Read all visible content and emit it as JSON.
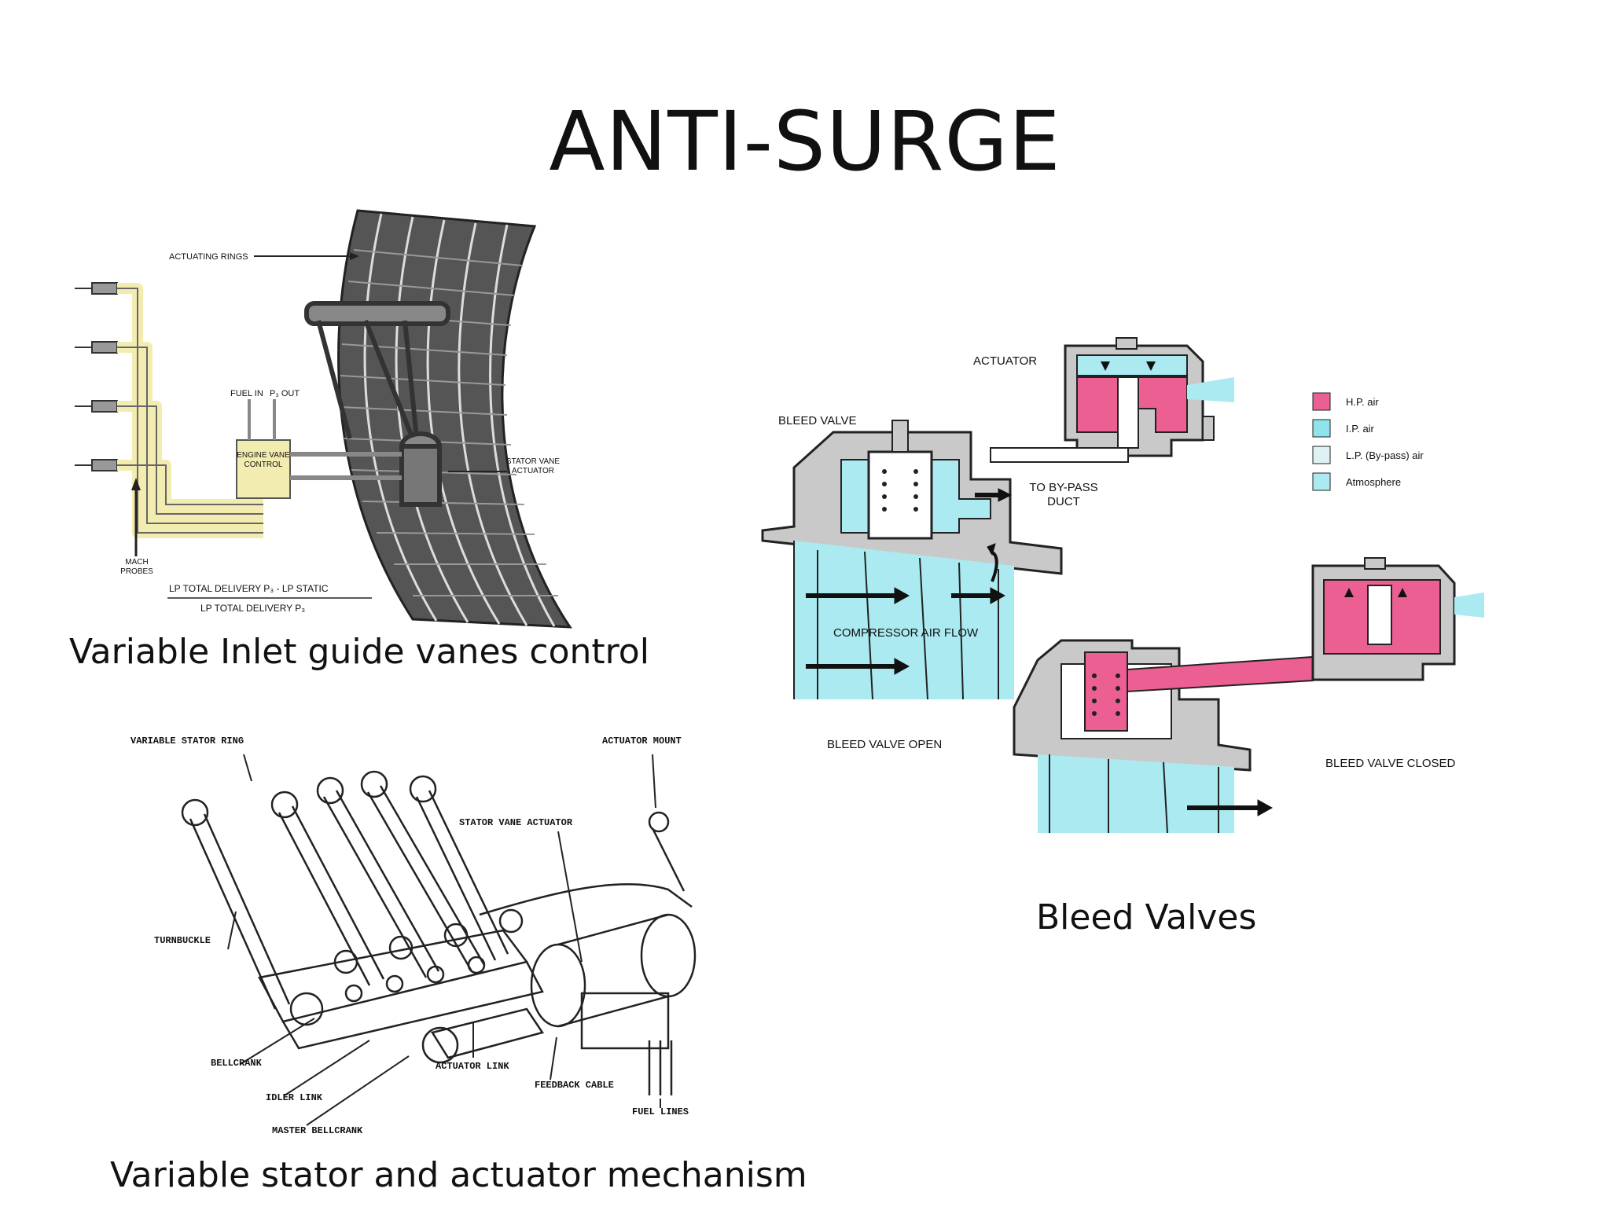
{
  "slide": {
    "title": "ANTI-SURGE"
  },
  "igv_figure": {
    "caption": "Variable Inlet guide vanes control",
    "labels": {
      "actuating_rings": "ACTUATING RINGS",
      "fuel_in": "FUEL IN",
      "p3_out": "P₃ OUT",
      "engine_vane_control": "ENGINE VANE CONTROL",
      "stator_vane_actuator": "STATOR VANE ACTUATOR",
      "mach_probes": "MACH PROBES",
      "formula_numerator": "LP TOTAL DELIVERY P₃ - LP STATIC",
      "formula_denominator": "LP TOTAL DELIVERY P₃"
    }
  },
  "stator_figure": {
    "caption": "Variable stator and actuator mechanism",
    "labels": {
      "variable_stator_ring": "VARIABLE STATOR RING",
      "actuator_mount": "ACTUATOR MOUNT",
      "stator_vane_actuator": "STATOR VANE ACTUATOR",
      "turnbuckle": "TURNBUCKLE",
      "bellcrank": "BELLCRANK",
      "idler_link": "IDLER LINK",
      "master_bellcrank": "MASTER BELLCRANK",
      "actuator_link": "ACTUATOR LINK",
      "feedback_cable": "FEEDBACK CABLE",
      "fuel_lines": "FUEL LINES"
    }
  },
  "bleed_figure": {
    "caption": "Bleed Valves",
    "labels": {
      "actuator": "ACTUATOR",
      "bleed_valve": "BLEED VALVE",
      "to_bypass_duct": "TO BY-PASS DUCT",
      "compressor_air_flow": "COMPRESSOR AIR FLOW",
      "bleed_valve_open": "BLEED VALVE OPEN",
      "bleed_valve_closed": "BLEED VALVE CLOSED"
    },
    "legend": [
      {
        "label": "H.P. air",
        "color": "#ec5f93"
      },
      {
        "label": "I.P. air",
        "color": "#8fe3ea"
      },
      {
        "label": "L.P. (By-pass) air",
        "color": "#dff2f3"
      },
      {
        "label": "Atmosphere",
        "color": "#aaeaf0"
      }
    ]
  },
  "colors": {
    "hp_air": "#ec5f93",
    "ip_air": "#8fe3ea",
    "lp_air": "#dff2f3",
    "atmosphere": "#aaeaf0",
    "control_lines": "#f3ecb0",
    "metal": "#c9c9c9"
  }
}
